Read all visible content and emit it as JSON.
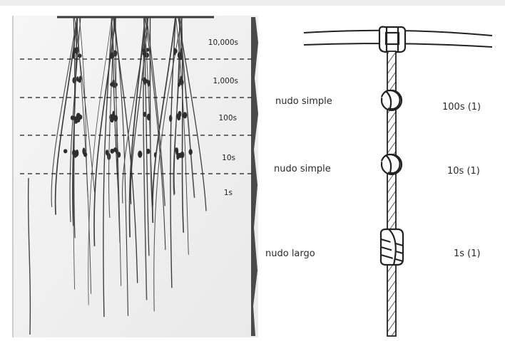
{
  "left_panel": {
    "place_values": [
      "10,000s",
      "1,000s",
      "100s",
      "10s",
      "1s"
    ]
  },
  "right_panel": {
    "knots": [
      {
        "name": "nudo simple",
        "value": "100s (1)"
      },
      {
        "name": "nudo simple",
        "value": "10s (1)"
      },
      {
        "name": "nudo largo",
        "value": "1s (1)"
      }
    ]
  }
}
